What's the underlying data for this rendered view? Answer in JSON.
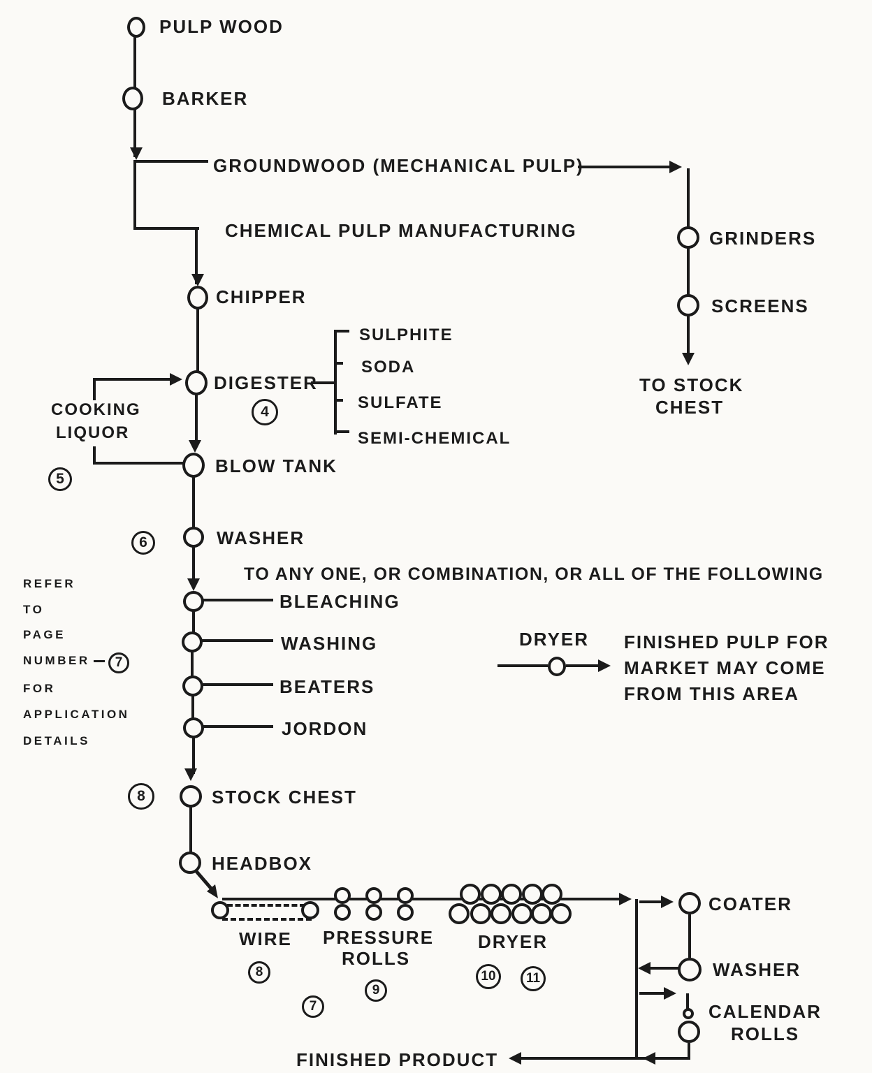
{
  "colors": {
    "ink": "#1b1b1b",
    "paper": "#fbfaf7"
  },
  "labels": {
    "pulp_wood": "PULP WOOD",
    "barker": "BARKER",
    "groundwood": "GROUNDWOOD (MECHANICAL PULP)",
    "chemical_heading": "CHEMICAL PULP MANUFACTURING",
    "chipper": "CHIPPER",
    "digester": "DIGESTER",
    "sulphite": "SULPHITE",
    "soda": "SODA",
    "sulfate": "SULFATE",
    "semi_chemical": "SEMI-CHEMICAL",
    "cooking_1": "COOKING",
    "cooking_2": "LIQUOR",
    "blow_tank": "BLOW TANK",
    "washer": "WASHER",
    "options_note": "TO ANY ONE, OR COMBINATION, OR ALL OF THE FOLLOWING",
    "bleaching": "BLEACHING",
    "washing": "WASHING",
    "beaters": "BEATERS",
    "jordon": "JORDON",
    "refer_1": "REFER",
    "refer_2": "TO",
    "refer_3": "PAGE",
    "refer_4": "NUMBER",
    "refer_5": "FOR",
    "refer_6": "APPLICATION",
    "refer_7": "DETAILS",
    "dryer_legend": "DRYER",
    "pulp_note_1": "FINISHED PULP FOR",
    "pulp_note_2": "MARKET MAY COME",
    "pulp_note_3": "FROM THIS AREA",
    "grinders": "GRINDERS",
    "screens": "SCREENS",
    "to_stock_1": "TO STOCK",
    "to_stock_2": "CHEST",
    "stock_chest": "STOCK CHEST",
    "headbox": "HEADBOX",
    "wire": "WIRE",
    "pressure_1": "PRESSURE",
    "pressure_2": "ROLLS",
    "dryer_machine": "DRYER",
    "coater": "COATER",
    "washer_2": "WASHER",
    "calendar_1": "CALENDAR",
    "calendar_2": "ROLLS",
    "finished_product": "FINISHED PRODUCT"
  },
  "page_refs": {
    "digester": "4",
    "cooking_liquor": "5",
    "washer": "6",
    "refer_pointer": "7",
    "stock_chest": "8",
    "wire": "8",
    "pressure_rolls": "9",
    "pressure_rolls_2": "7",
    "dryer_1": "10",
    "dryer_2": "11"
  }
}
